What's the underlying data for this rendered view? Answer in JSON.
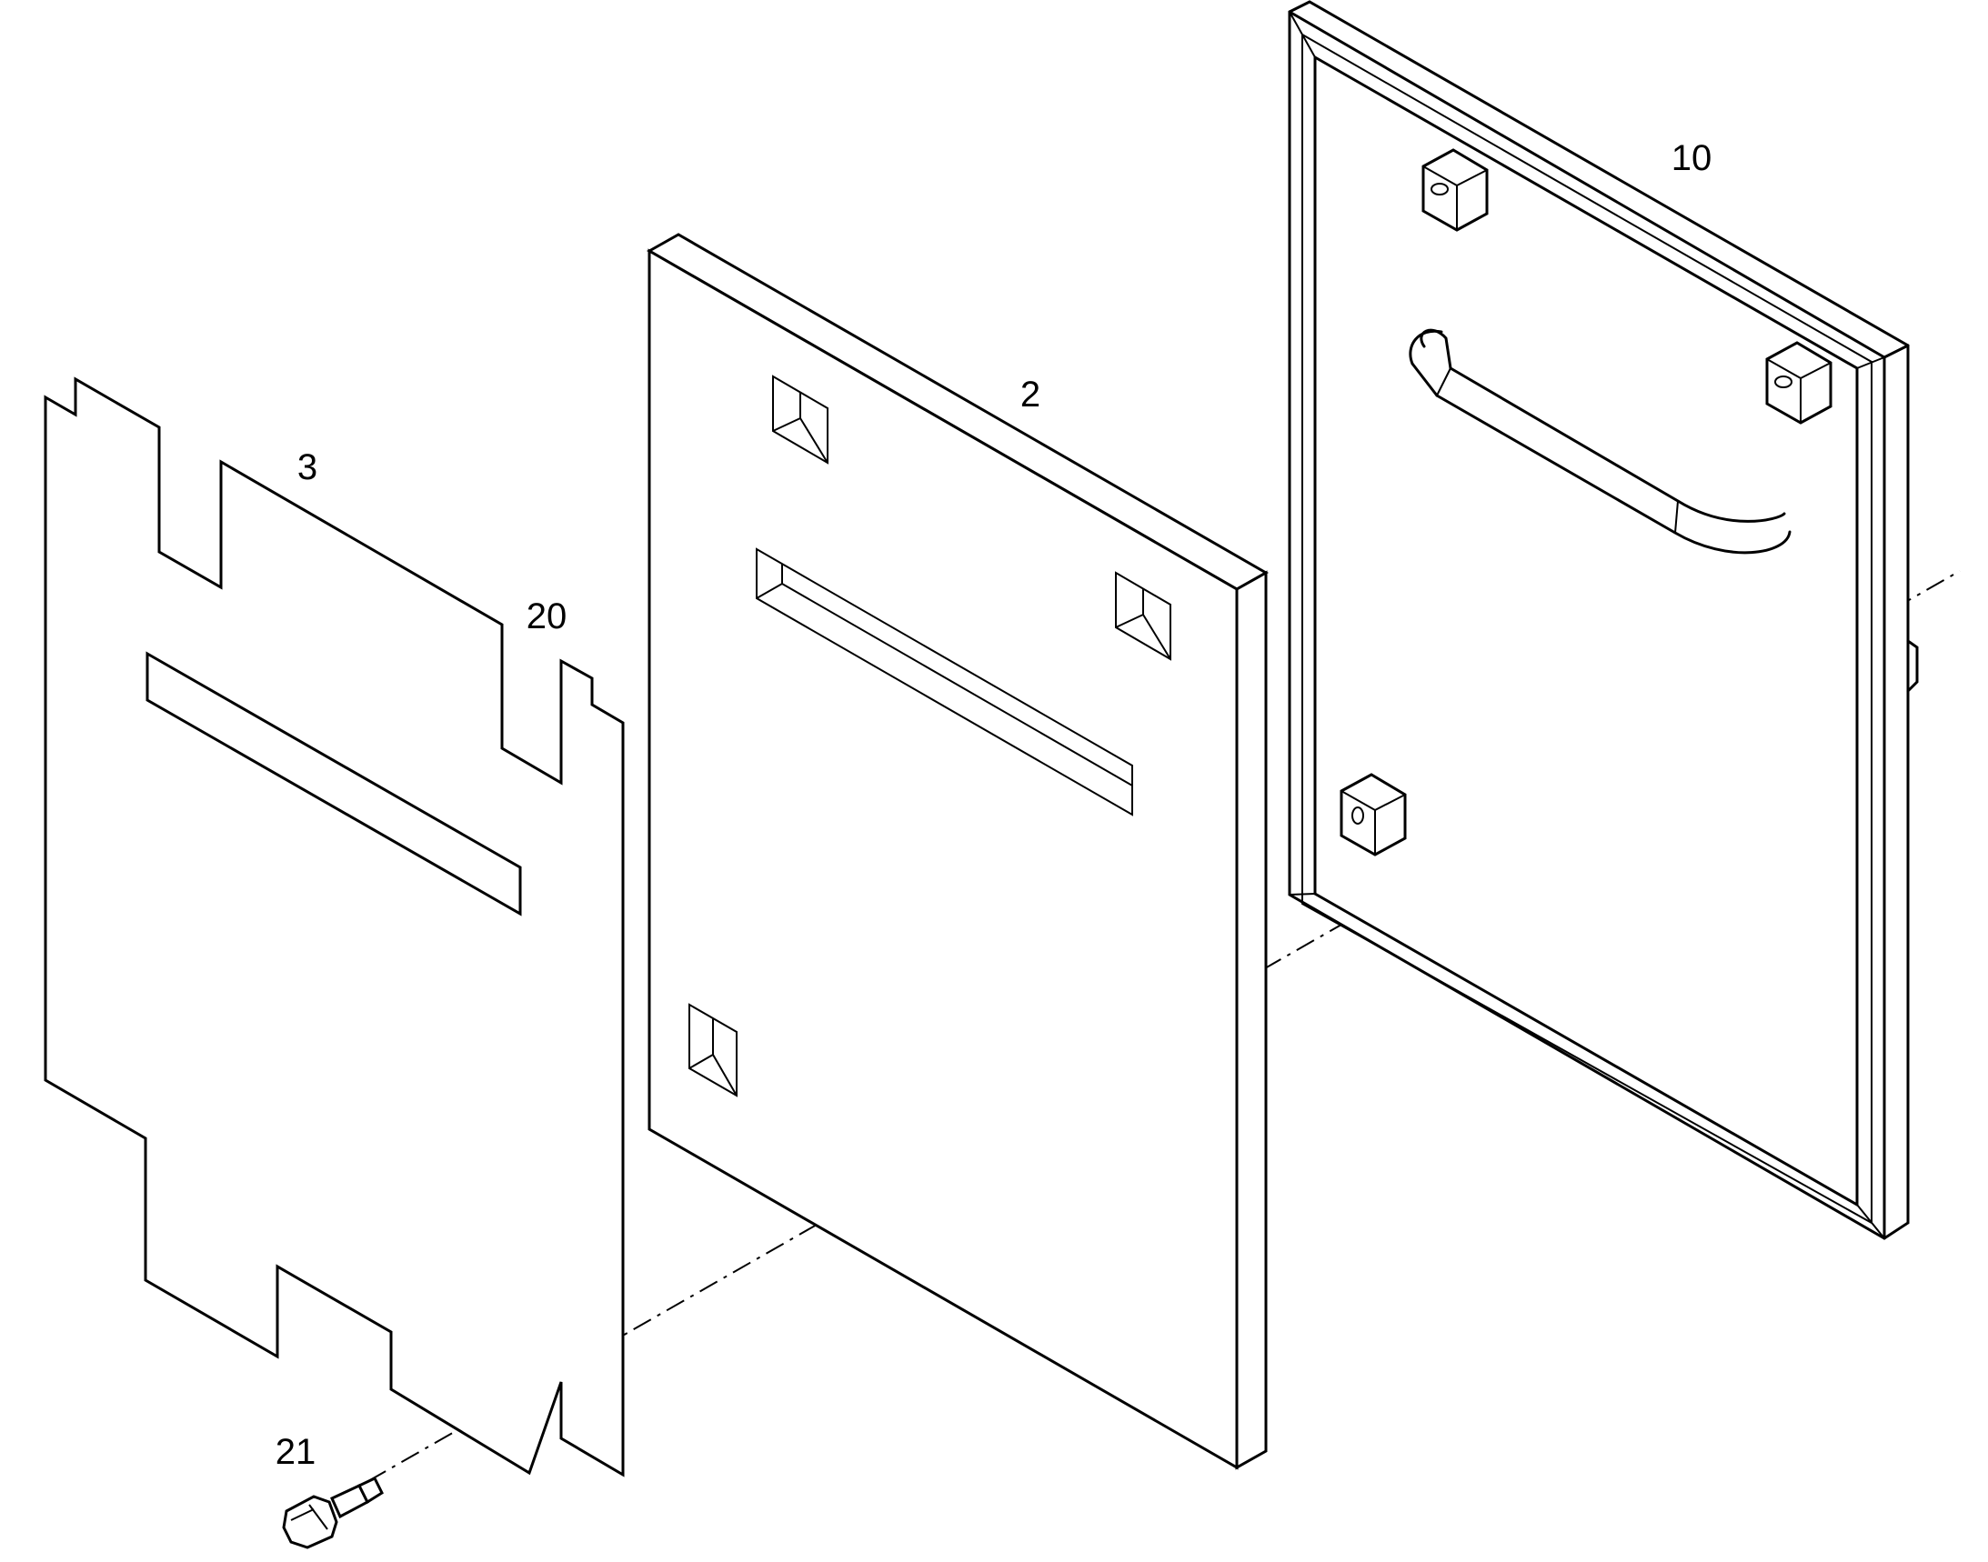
{
  "labels": {
    "part_2": "2",
    "part_3": "3",
    "part_10": "10",
    "part_20": "20",
    "part_21": "21"
  }
}
